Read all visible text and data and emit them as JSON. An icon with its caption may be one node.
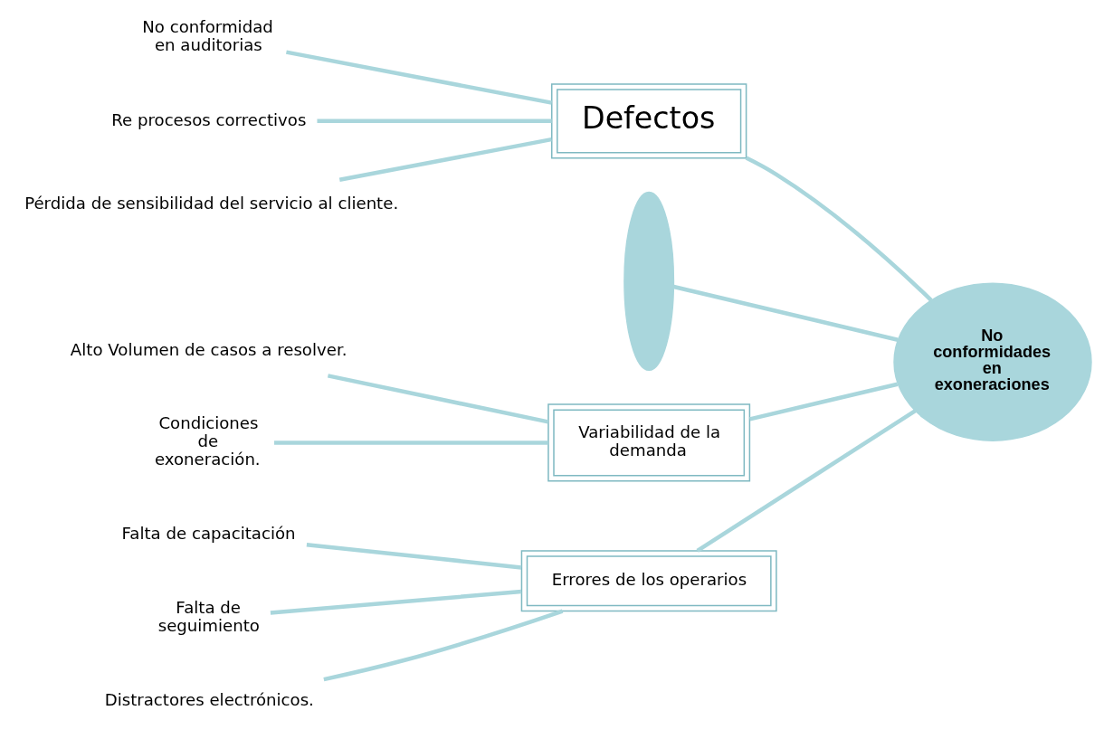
{
  "diagram": {
    "nodes": [
      {
        "text": [
          "Errores de los operarios"
        ]
      },
      {
        "text": [
          "Defectos"
        ]
      },
      {
        "text": [
          "Falta de capacitación"
        ]
      },
      {
        "text": [
          "No conformidad en auditorias"
        ]
      },
      {
        "text": [
          "Falta de seguimiento"
        ]
      },
      {
        "text": [
          "Re procesos correctivos"
        ]
      },
      {
        "text": [
          "Distractores electrónicos."
        ]
      },
      {
        "text": [
          "Pérdida de sensibilidad del servicio al cliente."
        ]
      },
      {
        "text": [],
        "shape": "crescent"
      },
      {
        "text": [
          "No conformidades en exoneraciones"
        ]
      },
      {
        "text": [
          "Alto Volumen de casos a resolver."
        ]
      },
      {
        "text": [
          "Condiciones de exoneración."
        ]
      },
      {
        "text": [
          "Variabilidad de la demanda"
        ]
      }
    ],
    "edges": [
      {
        "from": 2,
        "to": 0,
        "arrow": "none"
      },
      {
        "from": 4,
        "to": 0,
        "arrow": "none"
      },
      {
        "from": 6,
        "to": 0,
        "arrow": "none"
      },
      {
        "from": 3,
        "to": 1,
        "arrow": "none"
      },
      {
        "from": 5,
        "to": 1,
        "arrow": "none"
      },
      {
        "from": 7,
        "to": 1,
        "arrow": "none"
      },
      {
        "from": 10,
        "to": 12,
        "arrow": "none"
      },
      {
        "from": 11,
        "to": 12,
        "arrow": "none"
      },
      {
        "from": 8,
        "to": 9,
        "arrow": "none"
      },
      {
        "from": 0,
        "to": 9,
        "arrow": "none"
      },
      {
        "from": 1,
        "to": 9,
        "arrow": "none"
      },
      {
        "from": 12,
        "to": 9,
        "arrow": "none"
      }
    ]
  }
}
